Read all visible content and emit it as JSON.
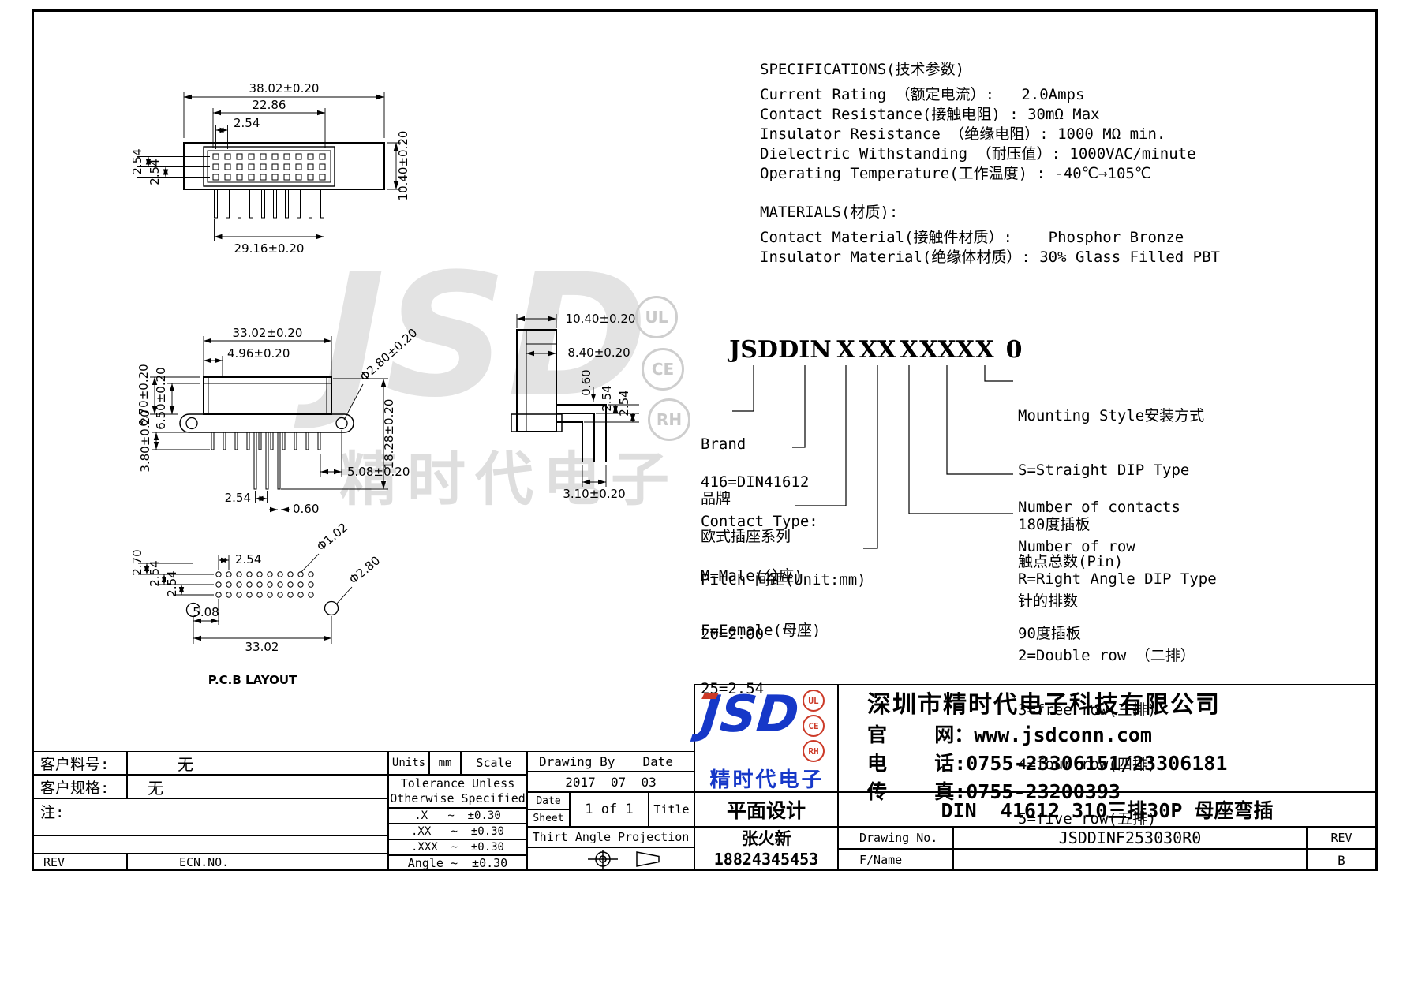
{
  "colors": {
    "logo_blue": "#1638c8",
    "badge_red": "#cc3a28",
    "watermark_gray": "#dedede",
    "line": "#000000"
  },
  "specs": {
    "title": "SPECIFICATIONS(技术参数)",
    "lines": [
      "Current Rating （额定电流）:   2.0Amps",
      "Contact Resistance(接触电阻) : 30mΩ Max",
      "Insulator Resistance （绝缘电阻）: 1000 MΩ min.",
      "Dielectric Withstanding （耐压值）: 1000VAC/minute",
      "Operating Temperature(工作温度) : -40℃→105℃"
    ],
    "materials_title": "MATERIALS(材质):",
    "materials": [
      "Contact Material(接触件材质）:    Phosphor Bronze",
      "Insulator Material(绝缘体材质）: 30% Glass Filled PBT"
    ]
  },
  "drawings": {
    "top_view": {
      "dims": [
        "38.02±0.20",
        "22.86",
        "2.54",
        "2.54",
        "2.54",
        "10.40±0.20",
        "29.16±0.20"
      ]
    },
    "front_view": {
      "dims": [
        "33.02±0.20",
        "4.96±0.20",
        "6.70±0.20",
        "6.50±0.20",
        "Φ2.80±0.20",
        "18.28±0.20",
        "3.80±0.20",
        "2.54",
        "0.60",
        "5.08±0.20"
      ]
    },
    "side_view": {
      "dims": [
        "10.40±0.20",
        "8.40±0.20",
        "0.60",
        "2.54",
        "2.54",
        "3.10±0.20"
      ]
    },
    "pcb": {
      "dims": [
        "2.70",
        "2.54",
        "2.54",
        "2.54",
        "Φ1.02",
        "Φ2.80",
        "5.08",
        "33.02"
      ],
      "label": "P.C.B LAYOUT"
    }
  },
  "part_number": {
    "segments": [
      "JSD",
      "DIN",
      "X",
      "XX",
      "X",
      "XXX",
      "X",
      "0"
    ],
    "brand": {
      "l1": "Brand",
      "l2": "品牌"
    },
    "series": {
      "l1": "416=DIN41612",
      "l2": "欧式插座系列"
    },
    "contact_type": {
      "l1": "Contact Type:",
      "l2": "M=Male(公座)",
      "l3": "F=Female(母座)"
    },
    "pitch": {
      "l1": "Pitch 间距(Unit:mm)",
      "l2": "20=2.00",
      "l3": "25=2.54"
    },
    "mounting": {
      "l1": "Mounting Style安装方式",
      "l2": "S=Straight DIP Type",
      "l3": "180度插板",
      "l4": "R=Right Angle DIP Type",
      "l5": "90度插板"
    },
    "contacts": {
      "l1": "Number of contacts",
      "l2": "触点总数(Pin)"
    },
    "rows": {
      "l1": "Number of row",
      "l2": "针的排数",
      "l3": "2=Double row （二排）",
      "l4": "3=free row(三排)",
      "l5": "4=four row(四排)",
      "l6": "5=five row(五排)"
    }
  },
  "watermark": {
    "logo": "JSD",
    "cn": "精时代电子",
    "badges": [
      "UL",
      "CE",
      "RH"
    ]
  },
  "company": {
    "logo_text": "JSD",
    "logo_cn": "精时代电子",
    "badges": [
      "UL",
      "CE",
      "RH"
    ],
    "name": "深圳市精时代电子科技有限公司",
    "web": "官    网：www.jsdconn.com",
    "tel": "电    话:0755-23306151/23306181",
    "fax": "传    真:0755-23200393"
  },
  "title_block": {
    "customer_part_label": "客户料号:",
    "customer_part_value": "无",
    "customer_spec_label": "客户规格:",
    "customer_spec_value": "无",
    "note_label": "注:",
    "rev_label": "REV",
    "ecn_label": "ECN.NO.",
    "units_label": "Units",
    "units_value": "mm",
    "scale_label": "Scale",
    "tolerance_l1": "Tolerance Unless",
    "tolerance_l2": "Otherwise Specified",
    "tol_rows": [
      ".X   ~  ±0.30",
      ".XX   ~  ±0.30",
      ".XXX  ~  ±0.30",
      "Angle ~  ±0.30"
    ],
    "drawing_by_label": "Drawing By",
    "date_label": "Date",
    "date_value": "2017  07  03",
    "date_label2": "Date",
    "sheet_label": "Sheet",
    "sheet_value": "1 of 1",
    "title_label": "Title",
    "projection_label": "Thirt Angle Projection",
    "design_type": "平面设计",
    "designer_name": "张火新",
    "designer_phone": "18824345453",
    "product_title": "DIN  41612 310三排30P 母座弯插",
    "drawing_no_label": "Drawing No.",
    "drawing_no_value": "JSDDINF253030R0",
    "rev_col_label": "REV",
    "rev_value": "B",
    "fname_label": "F/Name"
  }
}
